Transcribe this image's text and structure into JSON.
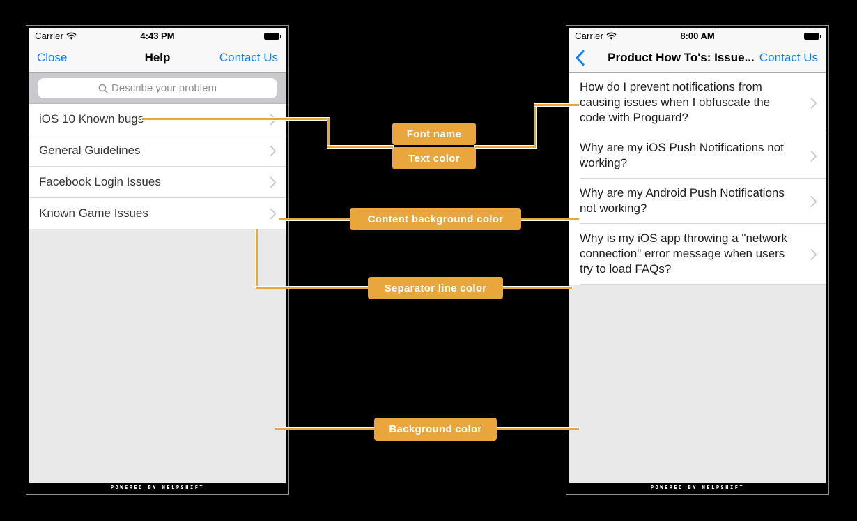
{
  "colors": {
    "accent": "#E9A63C",
    "ios_blue": "#0B7BFF",
    "content_background": "#FFFFFF",
    "screen_background": "#E9E9E9",
    "separator": "#D9D9D9",
    "nav_bar_background": "#F8F8F8",
    "search_band_background": "#C9C9CE"
  },
  "left_phone": {
    "status_bar": {
      "carrier": "Carrier",
      "time": "4:43 PM"
    },
    "nav": {
      "left": "Close",
      "title": "Help",
      "right": "Contact Us"
    },
    "search": {
      "placeholder": "Describe your problem"
    },
    "sections": [
      "iOS 10 Known bugs",
      "General Guidelines",
      "Facebook Login Issues",
      "Known Game Issues"
    ],
    "footer": "POWERED BY HELPSHIFT"
  },
  "right_phone": {
    "status_bar": {
      "carrier": "Carrier",
      "time": "8:00 AM"
    },
    "nav": {
      "title": "Product How To's: Issue...",
      "right": "Contact Us"
    },
    "faqs": [
      "How do I prevent notifications from causing issues when I obfuscate the code with Proguard?",
      "Why are my iOS Push Notifications not working?",
      "Why are my Android Push Notifications not working?",
      "Why is my iOS app throwing a \"network connection\" error message when users try to load FAQs?"
    ],
    "footer": "POWERED BY HELPSHIFT"
  },
  "annotations": {
    "font_name": "Font name",
    "text_color": "Text color",
    "content_background": "Content background color",
    "separator_line": "Separator line color",
    "background": "Background color"
  }
}
